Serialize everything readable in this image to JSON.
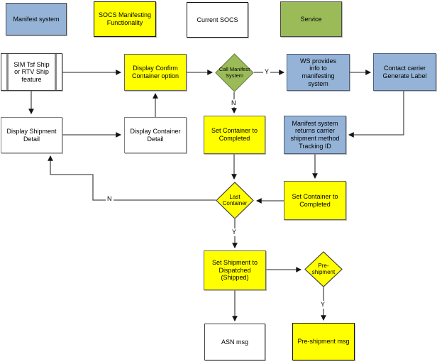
{
  "colors": {
    "manifest_system_blue": "#95b3d7",
    "socs_yellow": "#ffff00",
    "plain_white": "#ffffff",
    "service_green": "#9bbb59",
    "connector": "#4d4d4d"
  },
  "legend": {
    "manifest_system": {
      "label": "Manifest system",
      "fill": "#95b3d7"
    },
    "socs_manifesting": {
      "label": "SOCS Manifesting Functionality",
      "fill": "#ffff00"
    },
    "current_socs": {
      "label": "Current SOCS",
      "fill": "#ffffff"
    },
    "service": {
      "label": "Service",
      "fill": "#9bbb59"
    }
  },
  "nodes": {
    "sim_ship": {
      "label": "SIM Tsf Ship or RTV Ship feature",
      "fill": "#ffffff",
      "shape": "predefined-process"
    },
    "display_confirm": {
      "label": "Display Confirm Container option",
      "fill": "#ffff00",
      "shape": "rect"
    },
    "call_manifest": {
      "label": "Call Manifest System",
      "fill": "#9bbb59",
      "shape": "diamond"
    },
    "ws_provides": {
      "label": "WS provides info to manifesting system",
      "fill": "#95b3d7",
      "shape": "rect"
    },
    "contact_carrier": {
      "label": "Contact carrier Generate Label",
      "fill": "#95b3d7",
      "shape": "rect"
    },
    "display_shipment": {
      "label": "Display Shipment Detail",
      "fill": "#ffffff",
      "shape": "rect"
    },
    "display_container": {
      "label": "Display Container Detail",
      "fill": "#ffffff",
      "shape": "rect"
    },
    "set_container_1": {
      "label": "Set Container to Completed",
      "fill": "#ffff00",
      "shape": "rect"
    },
    "manifest_returns": {
      "label": "Manifest system returns carrier shipment method Tracking ID",
      "fill": "#95b3d7",
      "shape": "rect"
    },
    "last_container": {
      "label": "Last Container",
      "fill": "#ffff00",
      "shape": "diamond"
    },
    "set_container_2": {
      "label": "Set Container to Completed",
      "fill": "#ffff00",
      "shape": "rect"
    },
    "set_shipment": {
      "label": "Set Shipment to Dispatched (Shipped)",
      "fill": "#ffff00",
      "shape": "rect"
    },
    "pre_shipment": {
      "label": "Pre-shipment",
      "fill": "#ffff00",
      "shape": "diamond"
    },
    "asn_msg": {
      "label": "ASN msg",
      "fill": "#ffffff",
      "shape": "rect"
    },
    "pre_shipment_msg": {
      "label": "Pre-shipment msg",
      "fill": "#ffff00",
      "shape": "rect"
    }
  },
  "edge_labels": {
    "call_manifest_yes": "Y",
    "call_manifest_no": "N",
    "last_container_no": "N",
    "last_container_yes": "Y",
    "pre_shipment_yes": "Y"
  }
}
